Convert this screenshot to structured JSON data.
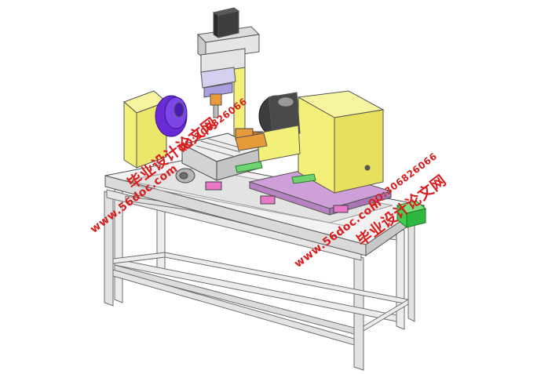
{
  "watermarks": {
    "site_left": "www.56doc.com",
    "qq_left": "QQ:306826066",
    "brand_left": "毕业设计论文网",
    "site_right": "www.56doc.com",
    "qq_right": "QQ:306826066",
    "brand_right": "毕业设计论文网"
  },
  "colors": {
    "background": "#ffffff",
    "frame": "#e9e9e9",
    "frame_edge": "#6e6e6e",
    "gearbox_yellow": "#f3f07a",
    "spindle_motor": "#3d3d3d",
    "purple_disc": "#6a2bd6",
    "pink_blocks": "#e879c8",
    "mauve_plate": "#cf9fd9",
    "green_motor": "#3fcf4f",
    "orange_parts": "#e69a3a",
    "watermark": "#d81e1e"
  }
}
